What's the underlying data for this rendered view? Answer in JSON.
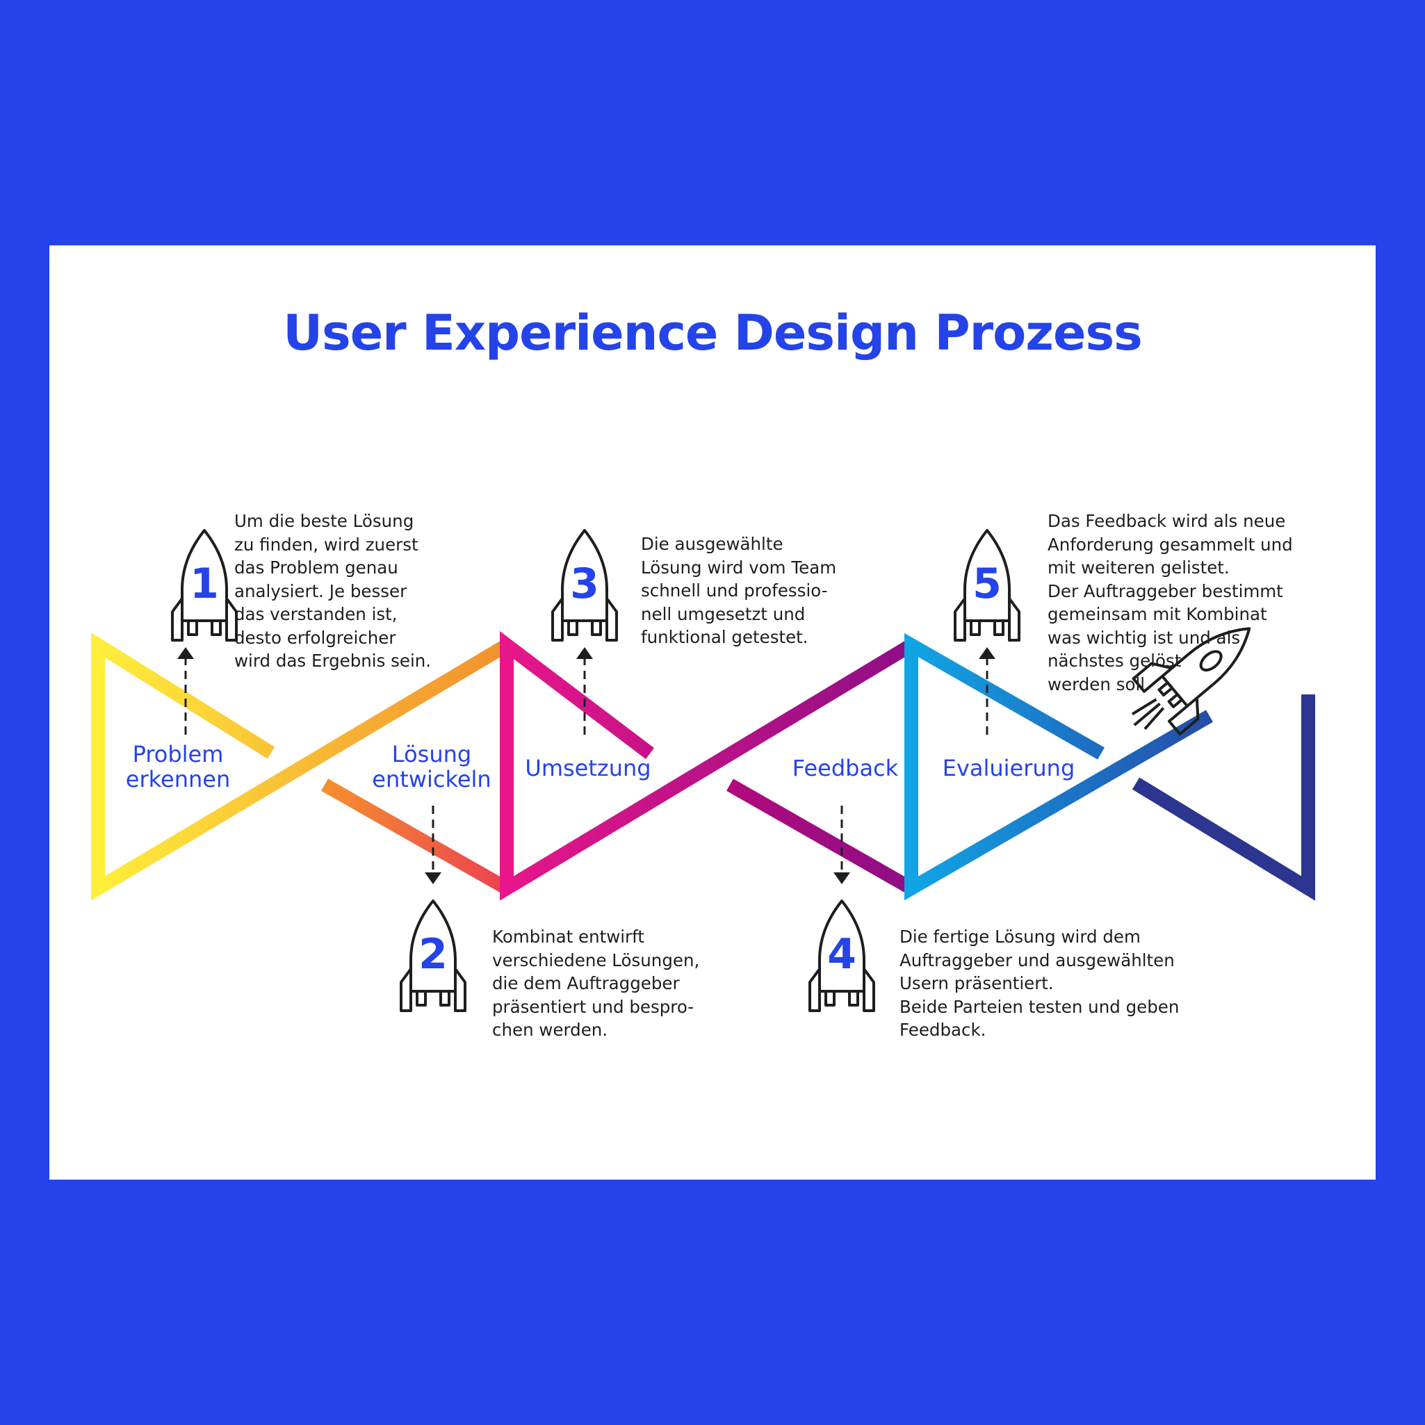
{
  "title": "User Experience Design Prozess",
  "colors": {
    "background": "#2443E8",
    "card": "#FFFFFF",
    "accent": "#2443E8",
    "gradient": [
      "#FFEE3A",
      "#F2902E",
      "#E8453F",
      "#E8168A",
      "#A8097C",
      "#8E0E85",
      "#10A7E6",
      "#1E6BC0",
      "#2C3590"
    ]
  },
  "steps": [
    {
      "number": "1",
      "label": "Problem\nerkennen",
      "description": "Um die beste Lösung\nzu finden, wird zuerst\ndas Problem genau\nanalysiert. Je besser\ndas verstanden ist,\ndesto erfolgreicher\nwird das Ergebnis sein.",
      "icon": "rocket-icon"
    },
    {
      "number": "2",
      "label": "Lösung\nentwickeln",
      "description": "Kombinat entwirft\nverschiedene Lösungen,\ndie dem Auftraggeber\npräsentiert und bespro-\nchen werden.",
      "icon": "rocket-icon"
    },
    {
      "number": "3",
      "label": "Umsetzung",
      "description": "Die ausgewählte\nLösung wird vom Team\nschnell und professio-\nnell umgesetzt und\nfunktional getestet.",
      "icon": "rocket-icon"
    },
    {
      "number": "4",
      "label": "Feedback",
      "description": "Die fertige Lösung wird dem\nAuftraggeber und ausgewählten\nUsern präsentiert.\nBeide Parteien testen und geben\nFeedback.",
      "icon": "rocket-icon"
    },
    {
      "number": "5",
      "label": "Evaluierung",
      "description": "Das Feedback wird als neue\nAnforderung gesammelt und\nmit weiteren gelistet.\nDer Auftraggeber bestimmt\ngemeinsam mit Kombinat\nwas wichtig ist und als\nnächstes gelöst\nwerden soll.",
      "icon": "rocket-icon"
    }
  ],
  "launch_icon": "flying-rocket-icon"
}
